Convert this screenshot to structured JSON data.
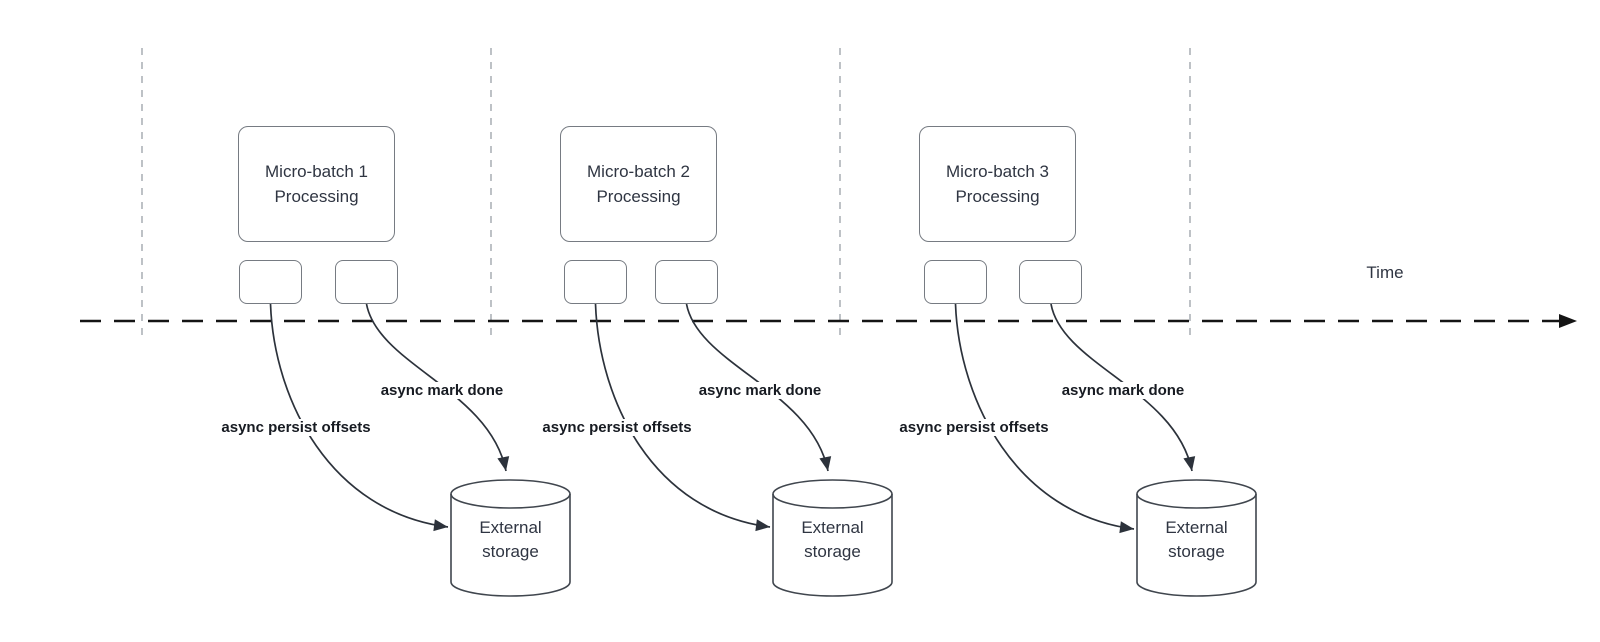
{
  "colors": {
    "canvas-bg": "#ffffff",
    "flow-line": "#2c323b",
    "timeline-line": "#141414",
    "guide-line": "#adb2b8",
    "node-border": "#767b82",
    "cylinder-border": "#40464e",
    "node-text": "#2f3542",
    "label-text": "#171b22"
  },
  "timeline": {
    "label": "Time"
  },
  "batches": [
    {
      "title": "Micro-batch 1\nProcessing",
      "persist_label": "async persist offsets",
      "mark_label": "async mark done",
      "storage": {
        "label": "External\nstorage"
      }
    },
    {
      "title": "Micro-batch 2\nProcessing",
      "persist_label": "async persist offsets",
      "mark_label": "async mark done",
      "storage": {
        "label": "External\nstorage"
      }
    },
    {
      "title": "Micro-batch 3\nProcessing",
      "persist_label": "async persist offsets",
      "mark_label": "async mark done",
      "storage": {
        "label": "External\nstorage"
      }
    }
  ]
}
